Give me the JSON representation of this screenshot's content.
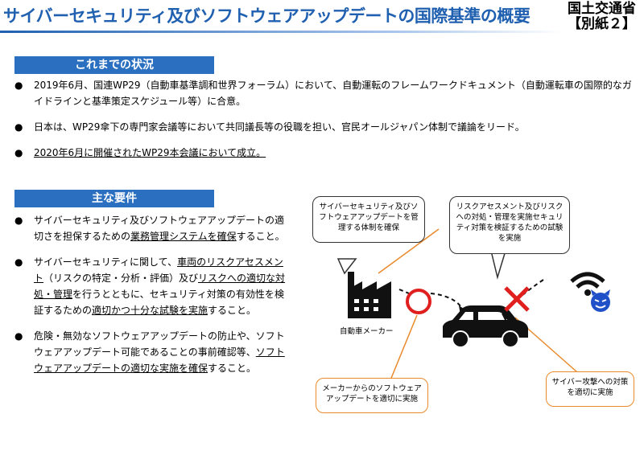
{
  "header": {
    "title": "サイバーセキュリティ及びソフトウェアアップデートの国際基準の概要",
    "ministry": "国土交通省",
    "attachment": "【別紙２】"
  },
  "situation": {
    "heading": "これまでの状況",
    "items": [
      {
        "text": "2019年6月、国連WP29（自動車基準調和世界フォーラム）において、自動運転のフレームワークドキュメント（自動運転車の国際的なガイドラインと基準策定スケジュール等）に合意。"
      },
      {
        "text": "日本は、WP29傘下の専門家会議等において共同議長等の役職を担い、官民オールジャパン体制で議論をリード。"
      },
      {
        "text": "2020年6月に開催されたWP29本会議において成立。"
      }
    ]
  },
  "requirements": {
    "heading": "主な要件",
    "items": [
      {
        "p1": "サイバーセキュリティ及びソフトウェアアップデートの適切さを担保するための",
        "u1": "業務管理システムを確保",
        "p2": "すること。"
      },
      {
        "p1": "サイバーセキュリティに関して、",
        "u1": "車両のリスクアセスメント",
        "p2": "（リスクの特定・分析・評価）及び",
        "u2": "リスクへの適切な対処・管理",
        "p3": "を行うとともに、セキュリティ対策の有効性を検証するための",
        "u3": "適切かつ十分な試験を実施",
        "p4": "すること。"
      },
      {
        "p1": "危険・無効なソフトウェアアップデートの防止や、ソフトウェアアップデート可能であることの事前確認等、",
        "u1": "ソフトウェアアップデートの適切な実施を確保",
        "p2": "すること。"
      }
    ]
  },
  "diagram": {
    "callout_manage": "サイバーセキュリティ及びソフトウェアアップデートを管理する体制を確保",
    "callout_risk": "リスクアセスメント及びリスクへの対処・管理を実施セキュリティ対策を検証するための試験を実施",
    "callout_update": "メーカーからのソフトウェアアップデートを適切に実施",
    "callout_cyber": "サイバー攻撃への対策を適切に実施",
    "manufacturer_label": "自動車メーカー",
    "colors": {
      "accent": "#2a6fc0",
      "ok": "#e0201f",
      "ng": "#e0201f",
      "attacker": "#2050c8"
    }
  }
}
